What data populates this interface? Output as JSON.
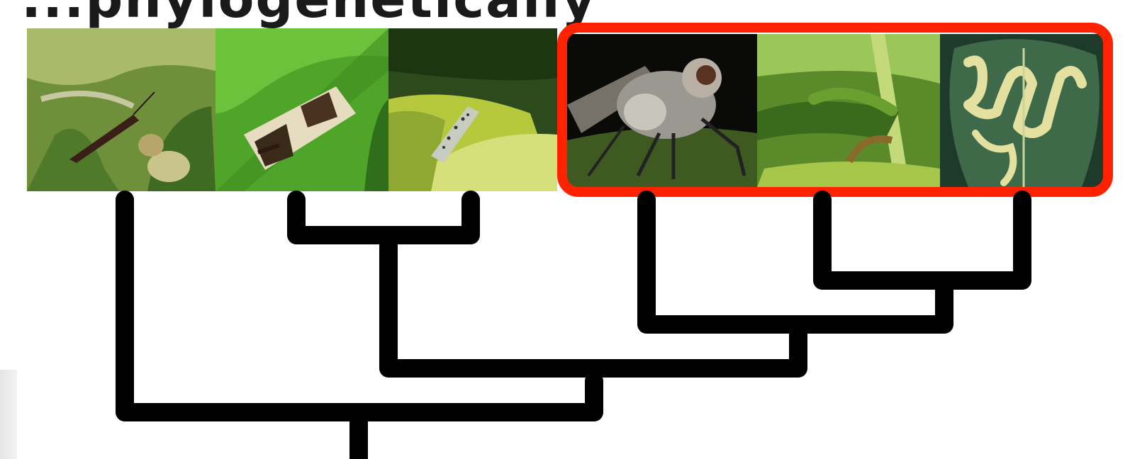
{
  "title_fragment": "...phylogenetically",
  "tree": {
    "taxa": [
      {
        "id": "t1",
        "subject": "true bug on leaf with galls",
        "highlighted": false
      },
      {
        "id": "t2",
        "subject": "brown and cream moth on green leaf",
        "highlighted": false
      },
      {
        "id": "t3",
        "subject": "spotted larva on yellow-green leaf",
        "highlighted": false
      },
      {
        "id": "t4",
        "subject": "grey fly on leaf",
        "highlighted": true
      },
      {
        "id": "t5",
        "subject": "green caterpillar on willow",
        "highlighted": true
      },
      {
        "id": "t6",
        "subject": "serpentine leaf mine in leaf",
        "highlighted": true
      }
    ],
    "topology": "(t1,((t2,t3),(t4,(t5,t6))))"
  },
  "colors": {
    "branch": "#000000",
    "highlight": "#ff2200",
    "background": "#ffffff"
  }
}
